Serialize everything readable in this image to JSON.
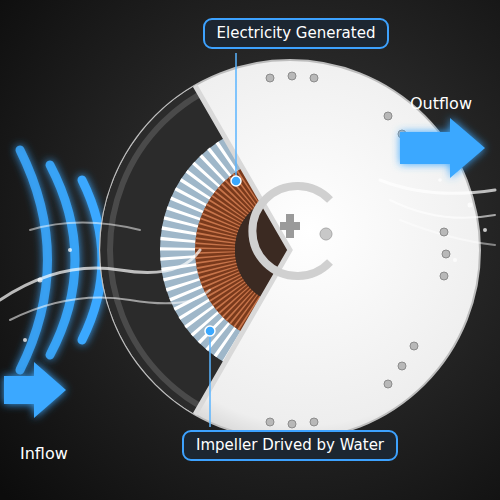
{
  "diagram": {
    "nodes": [
      {
        "text": [
          "Electricity Generated"
        ]
      },
      {
        "text": [
          "Impeller Drived by Water"
        ]
      }
    ],
    "labels": [
      "Outflow",
      "Inflow"
    ]
  }
}
